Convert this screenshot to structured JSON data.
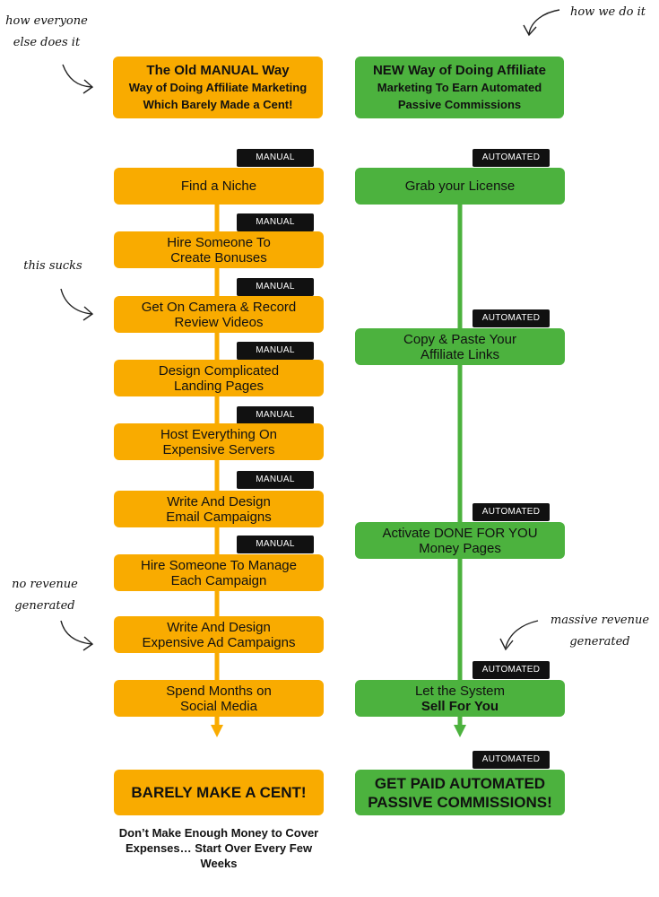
{
  "left_header": {
    "title": "The Old MANUAL Way",
    "lines": [
      "Way of Doing Affiliate Marketing",
      "Which Barely Made a Cent!"
    ]
  },
  "right_header": {
    "lines": [
      "NEW Way of Doing Affiliate",
      "Marketing To Earn Automated",
      "Passive Commissions"
    ]
  },
  "notes": {
    "how_everyone": [
      "how everyone",
      "else does it"
    ],
    "how_we": "how we do it",
    "this_sucks": "this sucks",
    "no_revenue": [
      "no revenue",
      "generated"
    ],
    "massive_revenue": [
      "massive revenue",
      "generated"
    ]
  },
  "manual_tag": "MANUAL",
  "automated_tag": "AUTOMATED",
  "left_steps": [
    {
      "lines": [
        "Find a Niche"
      ]
    },
    {
      "lines": [
        "Hire Someone To",
        "Create Bonuses"
      ]
    },
    {
      "lines": [
        "Get On Camera & Record",
        "Review Videos"
      ]
    },
    {
      "lines": [
        "Design Complicated",
        "Landing Pages"
      ]
    },
    {
      "lines": [
        "Host Everything On",
        "Expensive Servers"
      ]
    },
    {
      "lines": [
        "Write And Design",
        "Email Campaigns"
      ]
    },
    {
      "lines": [
        "Hire Someone To Manage",
        "Each Campaign"
      ]
    },
    {
      "lines": [
        "Write And Design",
        "Expensive Ad Campaigns"
      ]
    },
    {
      "lines": [
        "Spend Months on",
        "Social Media"
      ]
    }
  ],
  "right_steps": [
    {
      "lines": [
        "Grab your  License"
      ]
    },
    {
      "lines": [
        "Copy & Paste Your",
        "Affiliate Links"
      ]
    },
    {
      "lines": [
        "Activate DONE FOR YOU",
        "Money Pages"
      ]
    },
    {
      "lines": [
        "Let the System",
        "Sell For You"
      ]
    }
  ],
  "left_result": "BARELY MAKE A CENT!",
  "right_result": [
    "GET PAID AUTOMATED",
    "PASSIVE COMMISSIONS!"
  ],
  "footer": {
    "line1": "Don’t Make Enough Money",
    "line2": "to Cover Expenses…",
    "line3": "Start Over Every Few Weeks"
  },
  "colors": {
    "orange": "#f9ab00",
    "green": "#4cb23e",
    "tag": "#111111"
  }
}
